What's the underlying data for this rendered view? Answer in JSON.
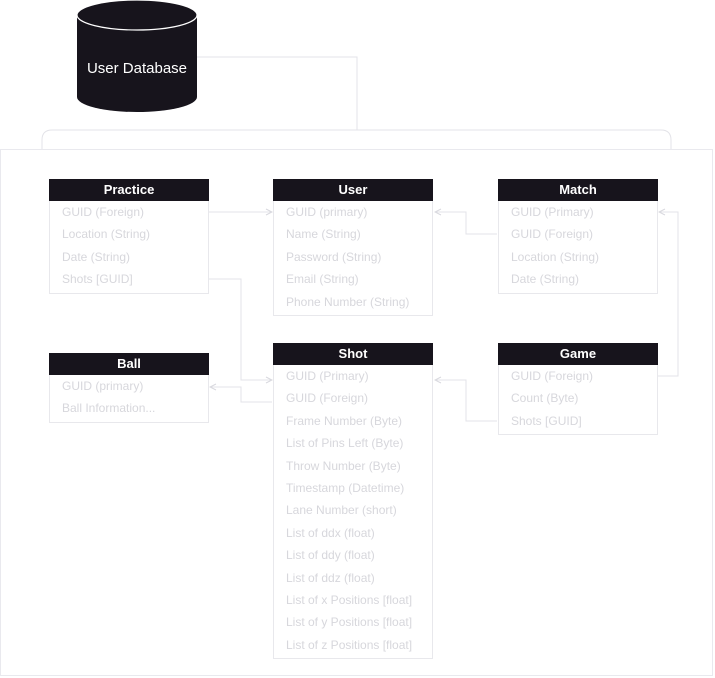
{
  "database": {
    "label": "User Database"
  },
  "entities": {
    "practice": {
      "title": "Practice",
      "fields": [
        "GUID (Foreign)",
        "Location (String)",
        "Date (String)",
        "Shots [GUID]"
      ]
    },
    "user": {
      "title": "User",
      "fields": [
        "GUID (primary)",
        "Name (String)",
        "Password (String)",
        "Email (String)",
        "Phone Number (String)"
      ]
    },
    "match": {
      "title": "Match",
      "fields": [
        "GUID (Primary)",
        "GUID (Foreign)",
        "Location (String)",
        "Date (String)"
      ]
    },
    "ball": {
      "title": "Ball",
      "fields": [
        "GUID (primary)",
        "Ball Information..."
      ]
    },
    "shot": {
      "title": "Shot",
      "fields": [
        "GUID (Primary)",
        "GUID (Foreign)",
        "Frame Number (Byte)",
        "List of Pins Left (Byte)",
        "Throw Number (Byte)",
        "Timestamp (Datetime)",
        "Lane Number (short)",
        "List of ddx (float)",
        "List of ddy (float)",
        "List of ddz (float)",
        "List of x Positions [float]",
        "List of y Positions [float]",
        "List of z Positions [float]"
      ]
    },
    "game": {
      "title": "Game",
      "fields": [
        "GUID (Foreign)",
        "Count (Byte)",
        "Shots [GUID]"
      ]
    }
  },
  "colors": {
    "header": "#17141c",
    "field_text": "#d7d7dc",
    "border": "#e8e8ec",
    "connector": "#e3e3e8"
  }
}
